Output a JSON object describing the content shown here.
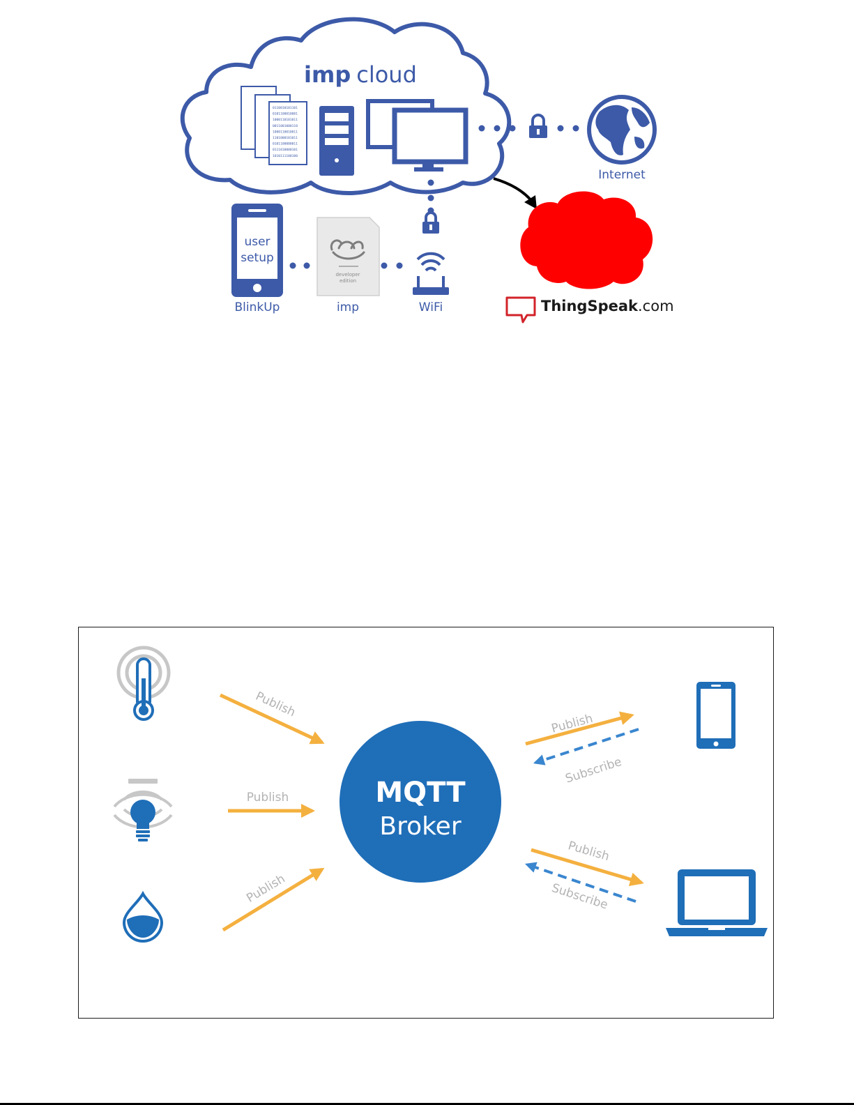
{
  "imp_diagram": {
    "cloud_title_bold": "imp",
    "cloud_title_rest": "cloud",
    "app_text_line1": "user",
    "app_text_line2": "setup",
    "card_text_line1": "developer",
    "card_text_line2": "edition",
    "labels": {
      "internet": "Internet",
      "blinkup": "BlinkUp",
      "imp": "imp",
      "wifi": "WiFi"
    },
    "thingspeak_bold": "ThingSpeak",
    "thingspeak_rest": ".com",
    "binary_lines": [
      "0110010101101",
      "0101100010001",
      "1000110101011",
      "0011001000110",
      "1000110010011",
      "1101000101011",
      "0101100000011",
      "0111010000101",
      "1010111100100"
    ],
    "colors": {
      "primary": "#3d5aa8",
      "thingspeak_red": "#ff0000",
      "logo_red": "#d2232a"
    }
  },
  "mqtt_diagram": {
    "broker_line1": "MQTT",
    "broker_line2": "Broker",
    "publish": "Publish",
    "subscribe": "Subscribe",
    "devices": [
      "temperature-sensor",
      "smart-bulb",
      "water-sensor",
      "smartphone",
      "laptop"
    ],
    "colors": {
      "broker": "#1f6eb8",
      "publish_arrow": "#f4b03f",
      "subscribe_arrow": "#3a86cf",
      "arrow_label": "#b3b3b3",
      "device": "#1f6eb8"
    }
  }
}
